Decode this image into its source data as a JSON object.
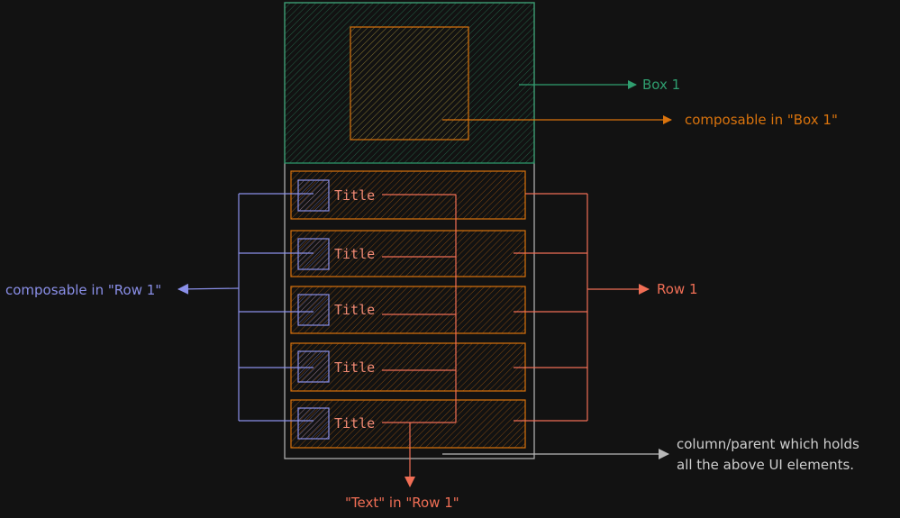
{
  "colors": {
    "background": "#121212",
    "green": "#2f9e6f",
    "orange": "#d9730d",
    "salmon": "#f06e55",
    "blue": "#8a8fe8",
    "gray": "#b8b8b8",
    "title_text": "#f08a75"
  },
  "labels": {
    "box1": "Box 1",
    "composable_box1": "composable in \"Box 1\"",
    "row1": "Row 1",
    "composable_row1": "composable in \"Row 1\"",
    "text_in_row1": "\"Text\" in \"Row 1\"",
    "column_parent_line1": "column/parent which holds",
    "column_parent_line2": "all the above UI elements."
  },
  "rows": [
    {
      "title": "Title"
    },
    {
      "title": "Title"
    },
    {
      "title": "Title"
    },
    {
      "title": "Title"
    },
    {
      "title": "Title"
    }
  ]
}
